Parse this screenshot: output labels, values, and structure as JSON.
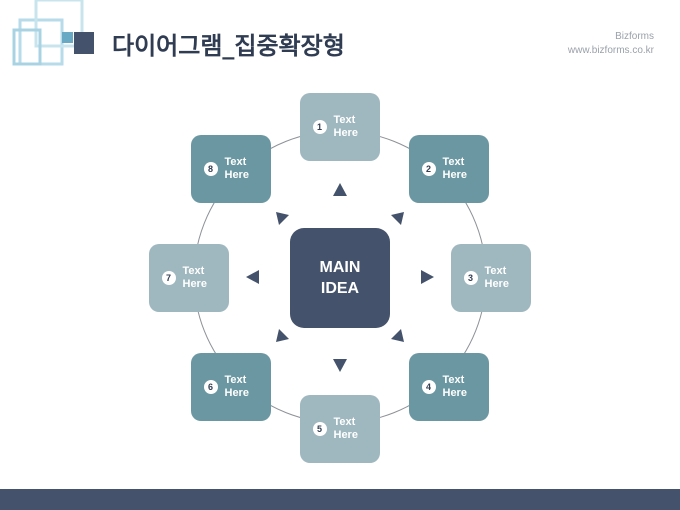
{
  "header": {
    "title": "다이어그램_집중확장형",
    "brand_name": "Bizforms",
    "brand_url": "www.bizforms.co.kr"
  },
  "diagram": {
    "center_label": "MAIN IDEA",
    "nodes": [
      {
        "number": "1",
        "label": "Text Here"
      },
      {
        "number": "2",
        "label": "Text Here"
      },
      {
        "number": "3",
        "label": "Text Here"
      },
      {
        "number": "4",
        "label": "Text Here"
      },
      {
        "number": "5",
        "label": "Text Here"
      },
      {
        "number": "6",
        "label": "Text Here"
      },
      {
        "number": "7",
        "label": "Text Here"
      },
      {
        "number": "8",
        "label": "Text Here"
      }
    ]
  },
  "colors": {
    "accent_dark": "#44536b",
    "node_light": "#9fb7bf",
    "node_dark": "#6a97a2",
    "logo_blue": "#a9d3e3"
  }
}
